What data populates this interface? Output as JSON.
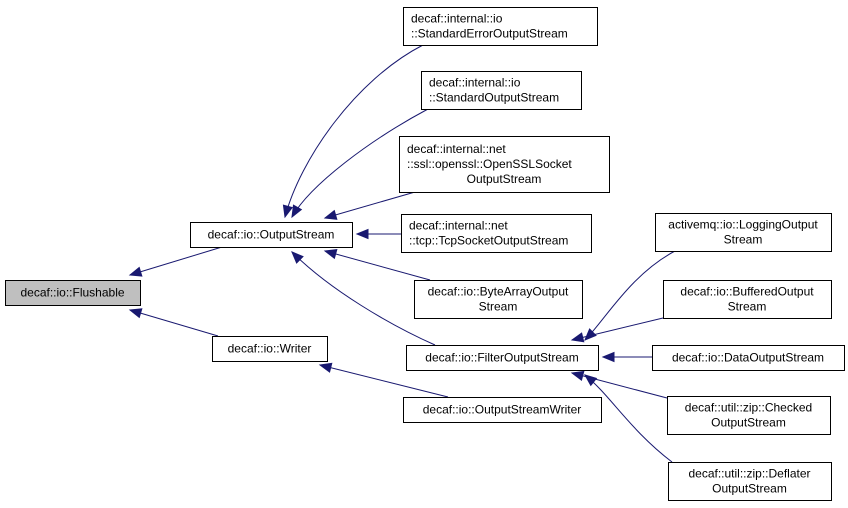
{
  "diagram": {
    "type": "class-inheritance-graph",
    "colors": {
      "edge": "#191970",
      "root_fill": "#bfbfbf",
      "node_fill": "#ffffff",
      "border": "#000000"
    },
    "nodes": [
      {
        "id": "flushable",
        "lines": [
          "decaf::io::Flushable"
        ],
        "highlighted": true
      },
      {
        "id": "outputstream",
        "lines": [
          "decaf::io::OutputStream"
        ]
      },
      {
        "id": "writer",
        "lines": [
          "decaf::io::Writer"
        ]
      },
      {
        "id": "stderr",
        "lines": [
          "decaf::internal::io",
          "::StandardErrorOutputStream"
        ]
      },
      {
        "id": "stdout",
        "lines": [
          "decaf::internal::io",
          "::StandardOutputStream"
        ]
      },
      {
        "id": "openssl",
        "lines": [
          "decaf::internal::net",
          "::ssl::openssl::OpenSSLSocket",
          "OutputStream"
        ]
      },
      {
        "id": "tcp",
        "lines": [
          "decaf::internal::net",
          "::tcp::TcpSocketOutputStream"
        ]
      },
      {
        "id": "bytearray",
        "lines": [
          "decaf::io::ByteArrayOutput",
          "Stream"
        ]
      },
      {
        "id": "filter",
        "lines": [
          "decaf::io::FilterOutputStream"
        ]
      },
      {
        "id": "oswriter",
        "lines": [
          "decaf::io::OutputStreamWriter"
        ]
      },
      {
        "id": "logging",
        "lines": [
          "activemq::io::LoggingOutput",
          "Stream"
        ]
      },
      {
        "id": "buffered",
        "lines": [
          "decaf::io::BufferedOutput",
          "Stream"
        ]
      },
      {
        "id": "data",
        "lines": [
          "decaf::io::DataOutputStream"
        ]
      },
      {
        "id": "checked",
        "lines": [
          "decaf::util::zip::Checked",
          "OutputStream"
        ]
      },
      {
        "id": "deflater",
        "lines": [
          "decaf::util::zip::Deflater",
          "OutputStream"
        ]
      }
    ],
    "edges": [
      {
        "from": "outputstream",
        "to": "flushable"
      },
      {
        "from": "writer",
        "to": "flushable"
      },
      {
        "from": "stderr",
        "to": "outputstream"
      },
      {
        "from": "stdout",
        "to": "outputstream"
      },
      {
        "from": "openssl",
        "to": "outputstream"
      },
      {
        "from": "tcp",
        "to": "outputstream"
      },
      {
        "from": "bytearray",
        "to": "outputstream"
      },
      {
        "from": "filter",
        "to": "outputstream"
      },
      {
        "from": "oswriter",
        "to": "writer"
      },
      {
        "from": "logging",
        "to": "filter"
      },
      {
        "from": "buffered",
        "to": "filter"
      },
      {
        "from": "data",
        "to": "filter"
      },
      {
        "from": "checked",
        "to": "filter"
      },
      {
        "from": "deflater",
        "to": "filter"
      }
    ]
  }
}
